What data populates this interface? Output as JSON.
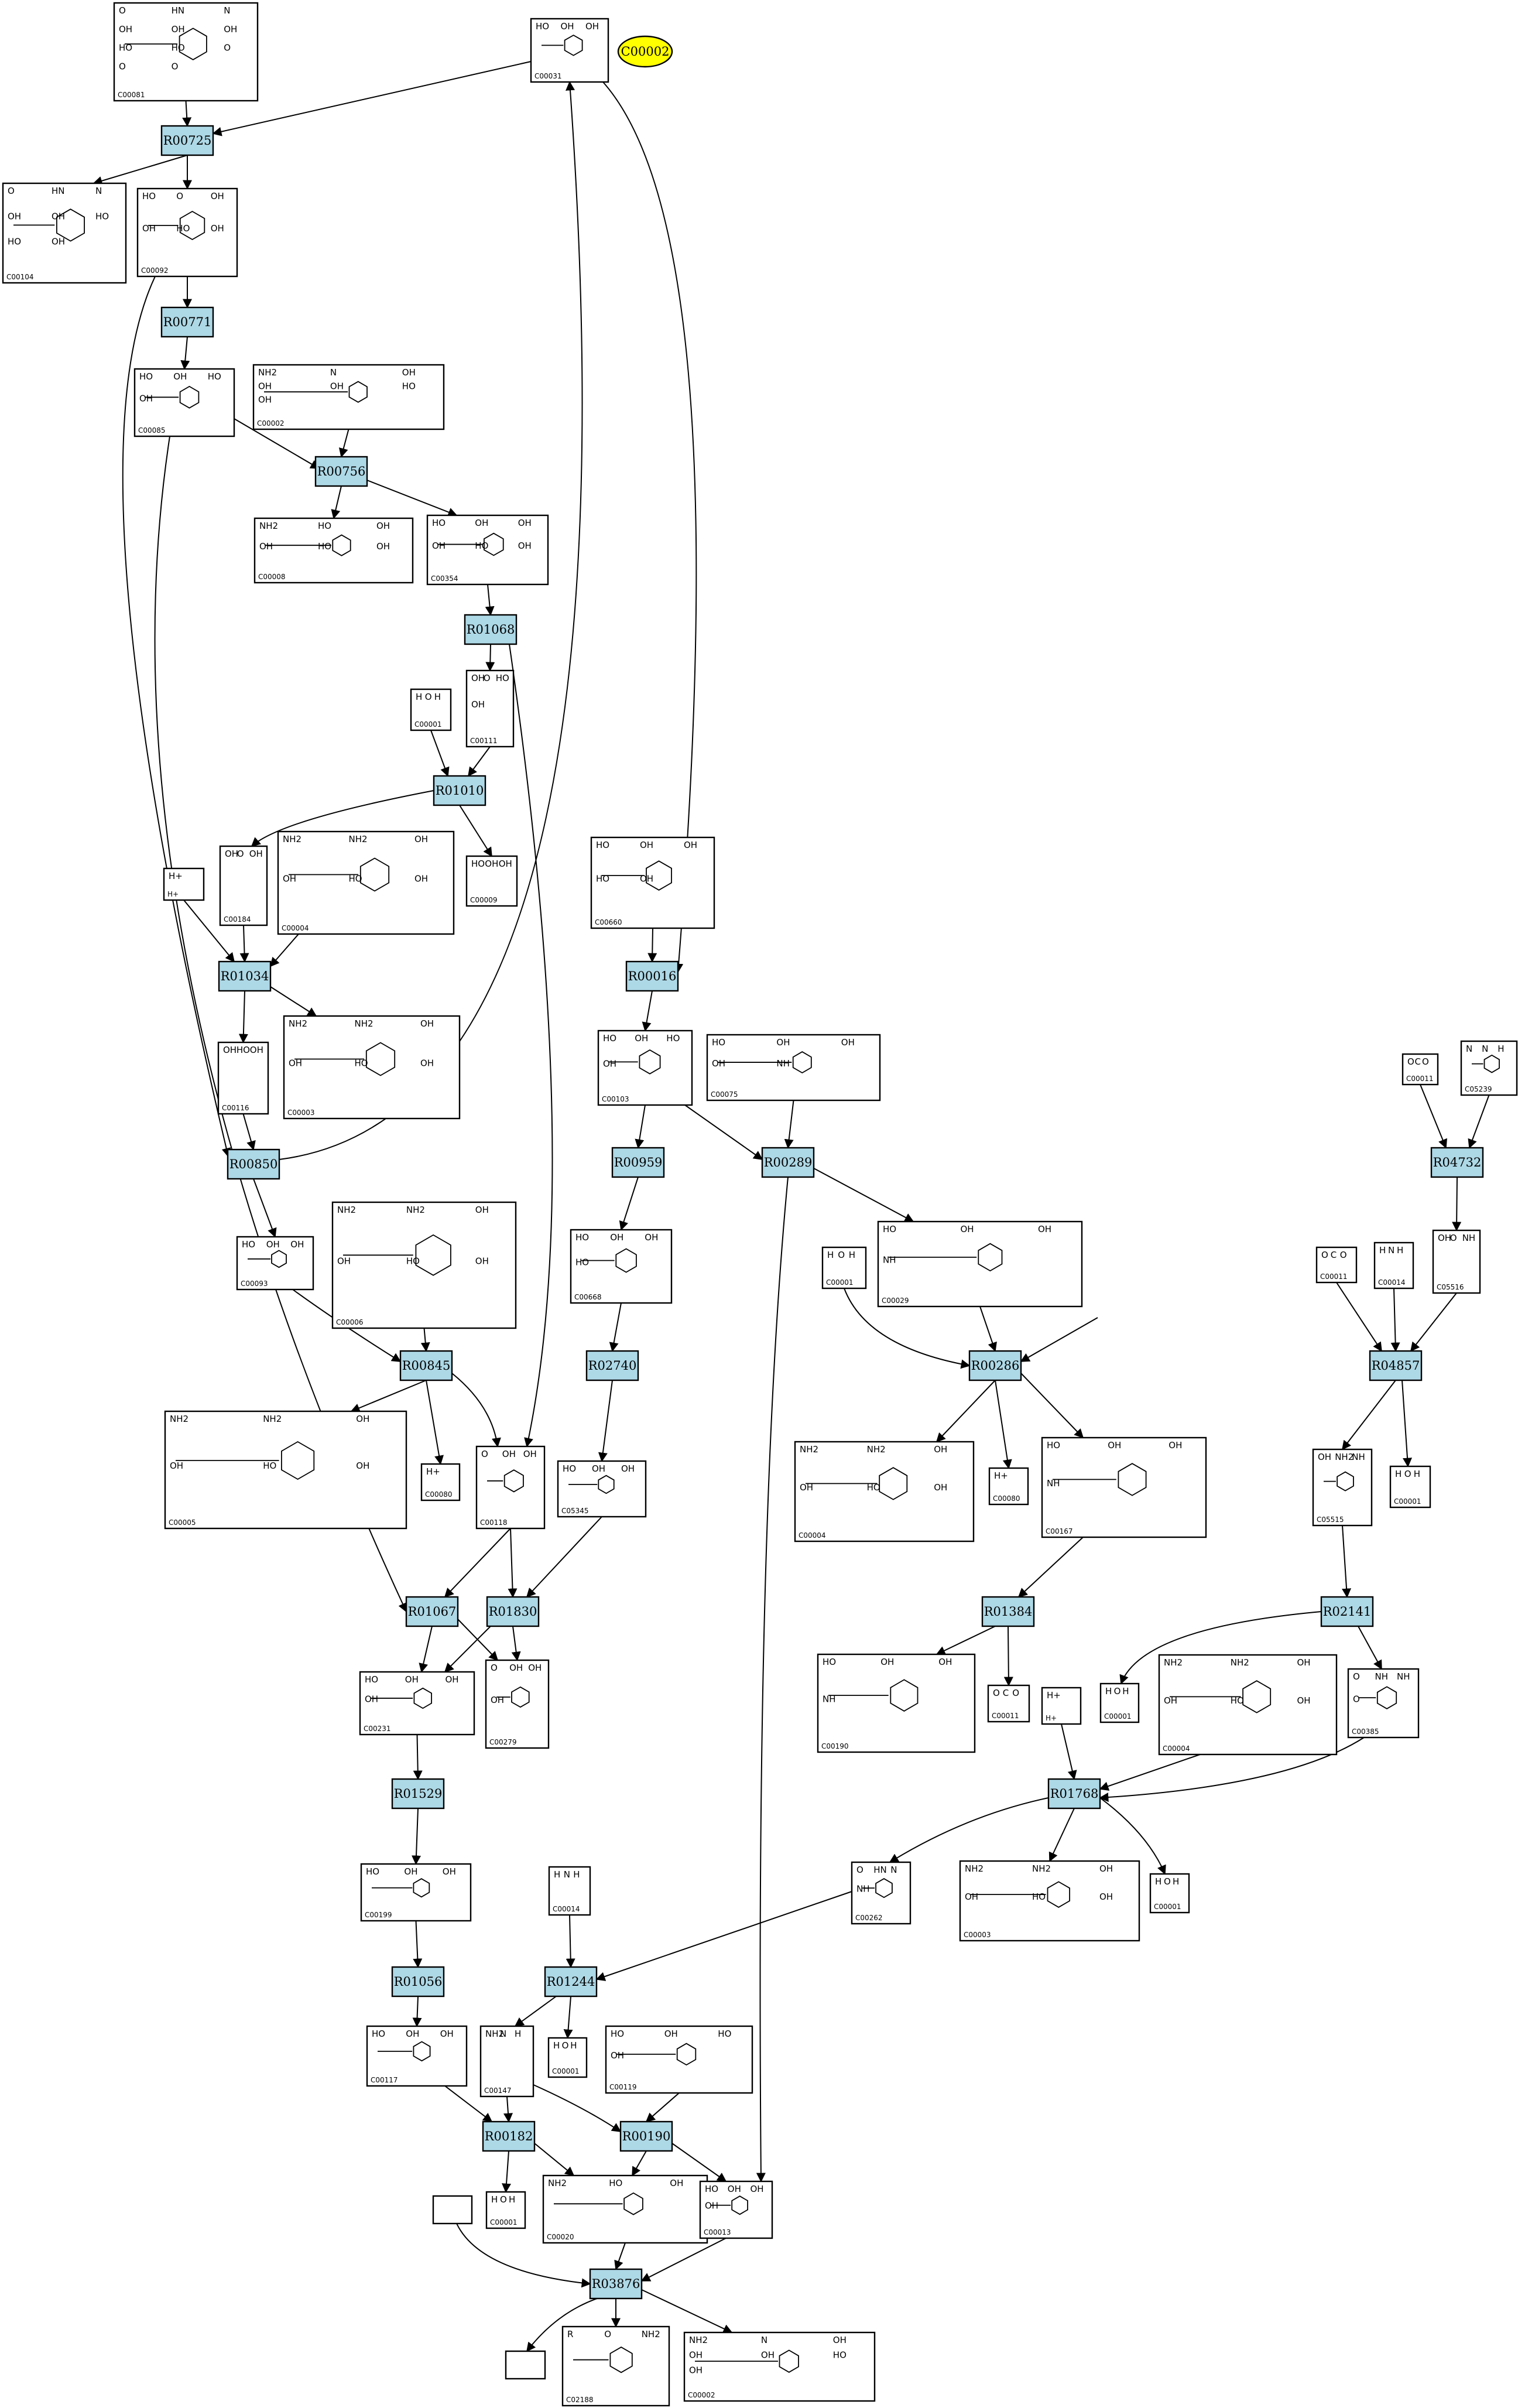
{
  "highlight": "C00002",
  "reactions": [
    {
      "id": "R00725"
    },
    {
      "id": "R00771"
    },
    {
      "id": "R00756"
    },
    {
      "id": "R01068"
    },
    {
      "id": "R01010"
    },
    {
      "id": "R01034"
    },
    {
      "id": "R00850"
    },
    {
      "id": "R00845"
    },
    {
      "id": "R01067"
    },
    {
      "id": "R01830"
    },
    {
      "id": "R01529"
    },
    {
      "id": "R01056"
    },
    {
      "id": "R01244"
    },
    {
      "id": "R00182"
    },
    {
      "id": "R00190"
    },
    {
      "id": "R03876"
    },
    {
      "id": "R00016"
    },
    {
      "id": "R00959"
    },
    {
      "id": "R00289"
    },
    {
      "id": "R02740"
    },
    {
      "id": "R00286"
    },
    {
      "id": "R01384"
    },
    {
      "id": "R04732"
    },
    {
      "id": "R04857"
    },
    {
      "id": "R02141"
    },
    {
      "id": "R01768"
    }
  ],
  "compounds": [
    {
      "id": "C00081",
      "atoms": [
        "O",
        "HN",
        "N",
        "OH",
        "OH",
        "OH",
        "HO",
        "HO",
        "O",
        "O",
        "O"
      ]
    },
    {
      "id": "C00031",
      "atoms": [
        "HO",
        "OH",
        "OH"
      ]
    },
    {
      "id": "C00104",
      "atoms": [
        "O",
        "HN",
        "N",
        "OH",
        "OH",
        "HO",
        "HO",
        "OH"
      ]
    },
    {
      "id": "C00092",
      "atoms": [
        "HO",
        "O",
        "OH",
        "OH",
        "HO",
        "OH"
      ]
    },
    {
      "id": "C00085",
      "atoms": [
        "HO",
        "OH",
        "HO",
        "OH"
      ]
    },
    {
      "id": "C00002",
      "atoms": [
        "NH2",
        "N",
        "OH",
        "OH",
        "OH",
        "HO",
        "OH"
      ]
    },
    {
      "id": "C00008",
      "atoms": [
        "NH2",
        "HO",
        "OH",
        "OH",
        "HO",
        "OH"
      ]
    },
    {
      "id": "C00354",
      "atoms": [
        "HO",
        "OH",
        "OH",
        "OH",
        "HO",
        "OH"
      ]
    },
    {
      "id": "C00001",
      "atoms": [
        "H",
        "O",
        "H"
      ]
    },
    {
      "id": "C00111",
      "atoms": [
        "OH",
        "O",
        "HO",
        "OH"
      ]
    },
    {
      "id": "H+",
      "atoms": [
        "H+"
      ]
    },
    {
      "id": "C00080",
      "atoms": [
        "H+"
      ]
    },
    {
      "id": "C00184",
      "atoms": [
        "OH",
        "O",
        "OH"
      ]
    },
    {
      "id": "C00004",
      "atoms": [
        "NH2",
        "NH2",
        "OH",
        "OH",
        "HO",
        "OH"
      ]
    },
    {
      "id": "C00009",
      "atoms": [
        "HO",
        "OH",
        "OH"
      ]
    },
    {
      "id": "C00660",
      "atoms": [
        "HO",
        "OH",
        "OH",
        "HO",
        "OH"
      ]
    },
    {
      "id": "C00003",
      "atoms": [
        "NH2",
        "NH2",
        "OH",
        "OH",
        "HO",
        "OH"
      ]
    },
    {
      "id": "C00116",
      "atoms": [
        "OH",
        "HO",
        "OH"
      ]
    },
    {
      "id": "C00103",
      "atoms": [
        "HO",
        "OH",
        "HO",
        "OH"
      ]
    },
    {
      "id": "C00075",
      "atoms": [
        "HO",
        "OH",
        "OH",
        "OH",
        "NH"
      ]
    },
    {
      "id": "C00093",
      "atoms": [
        "HO",
        "OH",
        "OH"
      ]
    },
    {
      "id": "C00006",
      "atoms": [
        "NH2",
        "NH2",
        "OH",
        "OH",
        "HO",
        "OH"
      ]
    },
    {
      "id": "C00668",
      "atoms": [
        "HO",
        "OH",
        "OH",
        "HO"
      ]
    },
    {
      "id": "C00029",
      "atoms": [
        "HO",
        "OH",
        "OH",
        "NH"
      ]
    },
    {
      "id": "C00005",
      "atoms": [
        "NH2",
        "NH2",
        "OH",
        "OH",
        "HO",
        "OH"
      ]
    },
    {
      "id": "C00118",
      "atoms": [
        "O",
        "OH",
        "OH"
      ]
    },
    {
      "id": "C05345",
      "atoms": [
        "HO",
        "OH",
        "OH"
      ]
    },
    {
      "id": "C00167",
      "atoms": [
        "HO",
        "OH",
        "OH",
        "NH"
      ]
    },
    {
      "id": "C00011",
      "atoms": [
        "O",
        "C",
        "O"
      ]
    },
    {
      "id": "C05239",
      "atoms": [
        "N",
        "N",
        "H"
      ]
    },
    {
      "id": "C00014",
      "atoms": [
        "H",
        "N",
        "H"
      ]
    },
    {
      "id": "C05516",
      "atoms": [
        "OH",
        "O",
        "NH"
      ]
    },
    {
      "id": "C00231",
      "atoms": [
        "HO",
        "OH",
        "OH",
        "OH"
      ]
    },
    {
      "id": "C00279",
      "atoms": [
        "O",
        "OH",
        "OH",
        "OH"
      ]
    },
    {
      "id": "C00190",
      "atoms": [
        "HO",
        "OH",
        "OH",
        "NH"
      ]
    },
    {
      "id": "C05515",
      "atoms": [
        "OH",
        "NH2",
        "NH"
      ]
    },
    {
      "id": "C00385",
      "atoms": [
        "O",
        "NH",
        "NH",
        "O"
      ]
    },
    {
      "id": "C00199",
      "atoms": [
        "HO",
        "OH",
        "OH"
      ]
    },
    {
      "id": "C00262",
      "atoms": [
        "O",
        "HN",
        "N",
        "NH"
      ]
    },
    {
      "id": "C00117",
      "atoms": [
        "HO",
        "OH",
        "OH"
      ]
    },
    {
      "id": "C00147",
      "atoms": [
        "NH2",
        "N",
        "H"
      ]
    },
    {
      "id": "C00119",
      "atoms": [
        "HO",
        "OH",
        "HO",
        "OH"
      ]
    },
    {
      "id": "C00020",
      "atoms": [
        "NH2",
        "HO",
        "OH"
      ]
    },
    {
      "id": "C00013",
      "atoms": [
        "HO",
        "OH",
        "OH",
        "OH"
      ]
    },
    {
      "id": "C02188",
      "atoms": [
        "R",
        "O",
        "NH2"
      ]
    }
  ]
}
